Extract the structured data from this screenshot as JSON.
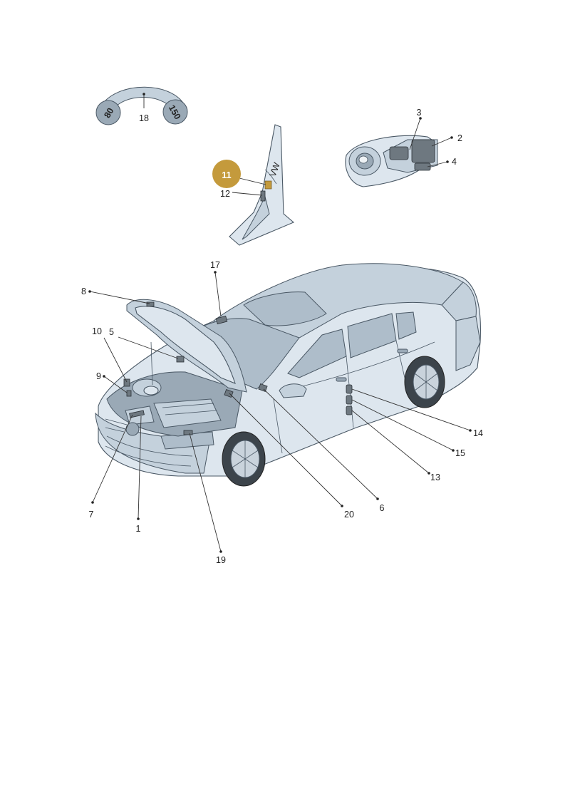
{
  "callouts": {
    "c1": "1",
    "c2": "2",
    "c3": "3",
    "c4": "4",
    "c5": "5",
    "c6": "6",
    "c7": "7",
    "c8": "8",
    "c9": "9",
    "c10": "10",
    "c11": "11",
    "c12": "12",
    "c13": "13",
    "c14": "14",
    "c15": "15",
    "c17": "17",
    "c18": "18",
    "c19": "19",
    "c20": "20"
  },
  "speed_sticker": {
    "left_value": "80",
    "right_value": "150"
  },
  "pillar_label_text": "VW",
  "colors": {
    "highlight_badge": "#c49a3c",
    "badge_text": "#ffffff",
    "car_body": "#dde6ee",
    "outline": "#4a5865"
  }
}
